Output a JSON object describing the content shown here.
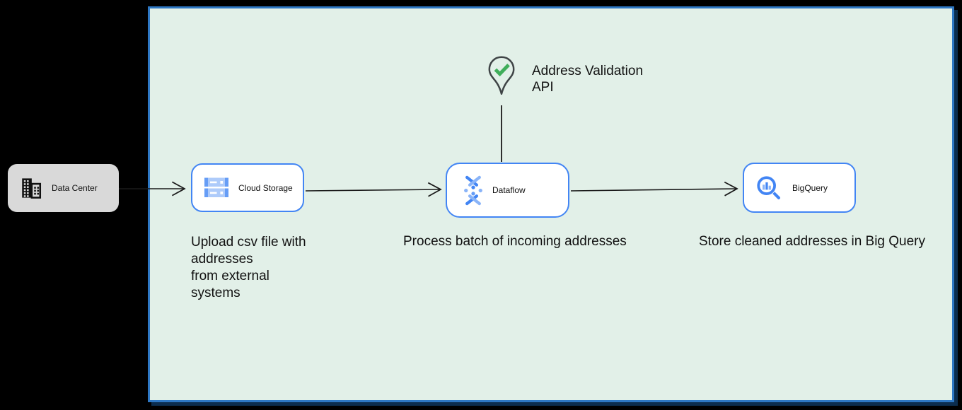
{
  "nodes": {
    "data_center": {
      "label": "Data Center"
    },
    "cloud_storage": {
      "label": "Cloud Storage"
    },
    "dataflow": {
      "label": "Dataflow"
    },
    "bigquery": {
      "label": "BigQuery"
    }
  },
  "api": {
    "line1": "Address Validation",
    "line2": "API"
  },
  "notes": {
    "upload": [
      "Upload csv file with",
      "addresses",
      "from external",
      "systems"
    ],
    "process": "Process batch of incoming addresses",
    "store": "Store cleaned addresses in Big Query"
  },
  "colors": {
    "page_background": "#000000",
    "board_fill": "#e2f0e8",
    "board_border": "#2e78c4",
    "board_shadow": "#0c2d4e",
    "node_border": "#4285f4",
    "node_fill": "#ffffff",
    "data_center_fill": "#d9d9d9",
    "connector": "#1a1a1a",
    "pin_outline": "#3f4446",
    "check_green": "#3fae5a",
    "icon_blue_dark": "#4285f4",
    "icon_blue_mid": "#669df6",
    "icon_blue_light": "#aecbfa",
    "text": "#111111"
  },
  "icons": {
    "data_center": "building-icon",
    "cloud_storage": "cloud-storage-icon",
    "dataflow": "dataflow-icon",
    "bigquery": "bigquery-magnifier-icon",
    "address_validation": "map-pin-check-icon"
  }
}
